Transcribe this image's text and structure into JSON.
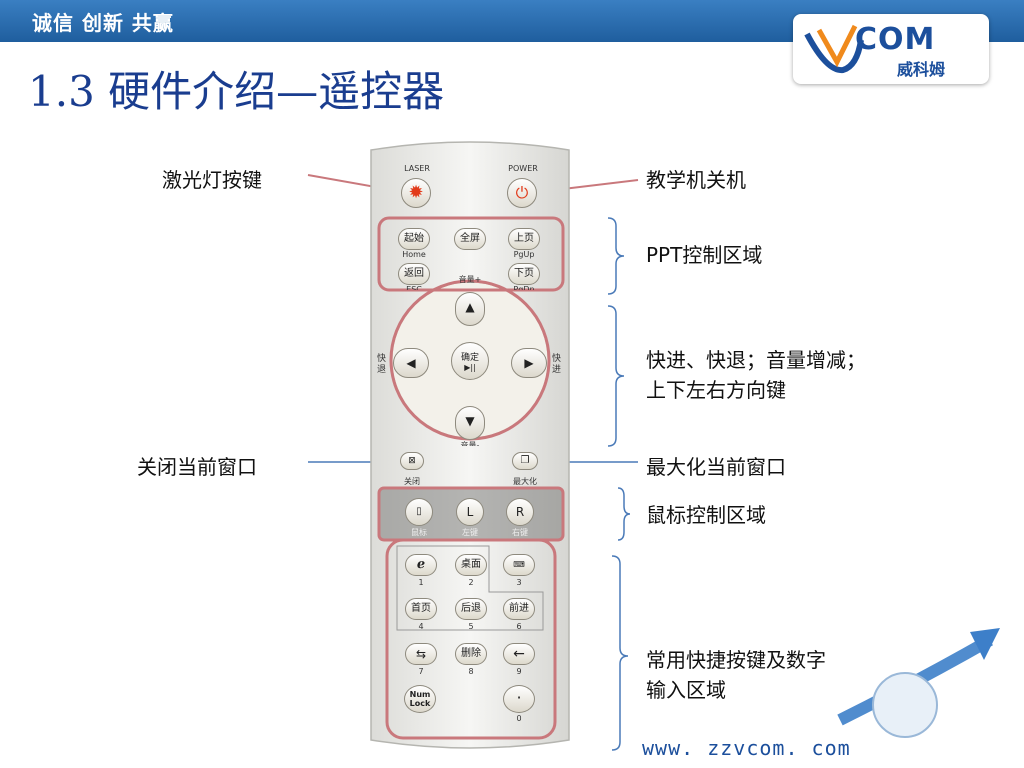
{
  "header": {
    "slogan": "诚信 创新 共赢"
  },
  "logo": {
    "brand": "COM",
    "brand_cn": "威科姆"
  },
  "slide": {
    "title": "1.3 硬件介绍—遥控器"
  },
  "annotations": {
    "laser": "激光灯按键",
    "power": "教学机关机",
    "ppt": "PPT控制区域",
    "nav": "快进、快退；音量增减；\n上下左右方向键",
    "close": "关闭当前窗口",
    "max": "最大化当前窗口",
    "mouse": "鼠标控制区域",
    "shortcut": "常用快捷按键及数字\n输入区域"
  },
  "remote": {
    "laser_label": "LASER",
    "power_label": "POWER",
    "ppt": {
      "home": "起始",
      "home_sub": "Home",
      "full": "全屏",
      "pgup": "上页",
      "pgup_sub": "PgUp",
      "back": "返回",
      "back_sub": "ESC",
      "vol_up": "音量+",
      "pgdn": "下页",
      "pgdn_sub": "PgDn"
    },
    "nav": {
      "ok": "确定",
      "ok_icon": "▶||",
      "rewind": "快退",
      "forward": "快进",
      "vol_down": "音量-"
    },
    "close_label": "关闭",
    "max_label": "最大化",
    "mouse": {
      "mouse": "鼠标",
      "left": "左键",
      "left_btn": "L",
      "right": "右键",
      "right_btn": "R"
    },
    "keys": {
      "desktop": "桌面",
      "home": "首页",
      "back": "后退",
      "forward": "前进",
      "delete": "删除",
      "numlock": "Num\nLock",
      "dot": "·",
      "n1": "1",
      "n2": "2",
      "n3": "3",
      "n4": "4",
      "n5": "5",
      "n6": "6",
      "n7": "7",
      "n8": "8",
      "n9": "9",
      "n0": "0"
    }
  },
  "footer": {
    "website": "www. zzvcom. com"
  },
  "colors": {
    "title": "#1a3d8f",
    "highlight": "#c9787c",
    "bracket": "#4a7ab8",
    "topbar": "#2c6fb3"
  }
}
